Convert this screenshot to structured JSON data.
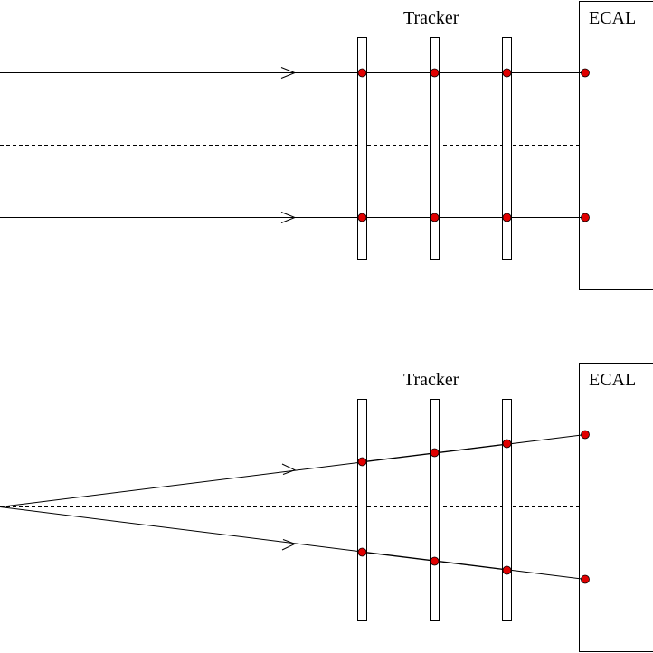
{
  "panels": [
    {
      "tracker_label": "Tracker",
      "ecal_label": "ECAL"
    },
    {
      "tracker_label": "Tracker",
      "ecal_label": "ECAL"
    }
  ],
  "colors": {
    "hit": "#e00000",
    "line": "#000000",
    "background": "#ffffff"
  }
}
